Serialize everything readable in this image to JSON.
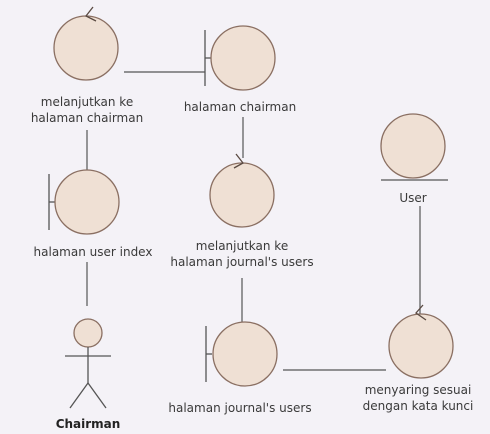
{
  "diagram": {
    "kind": "robustness",
    "colors": {
      "fill": "#efe0d4",
      "stroke": "#8a6f62",
      "line": "#555555",
      "background": "#f4f2f7"
    },
    "nodes": {
      "chairman": {
        "label": "Chairman",
        "shape": "actor"
      },
      "user_index": {
        "label": "halaman user index",
        "shape": "boundary"
      },
      "to_chairman": {
        "label_line1": "melanjutkan ke",
        "label_line2": "halaman chairman",
        "shape": "control"
      },
      "chairman_page": {
        "label": "halaman chairman",
        "shape": "boundary"
      },
      "to_journal": {
        "label_line1": "melanjutkan ke",
        "label_line2": "halaman journal's users",
        "shape": "control"
      },
      "journal_page": {
        "label": "halaman journal's users",
        "shape": "boundary"
      },
      "filter": {
        "label_line1": "menyaring sesuai",
        "label_line2": "dengan kata kunci",
        "shape": "control"
      },
      "user": {
        "label": "User",
        "shape": "entity"
      }
    }
  }
}
